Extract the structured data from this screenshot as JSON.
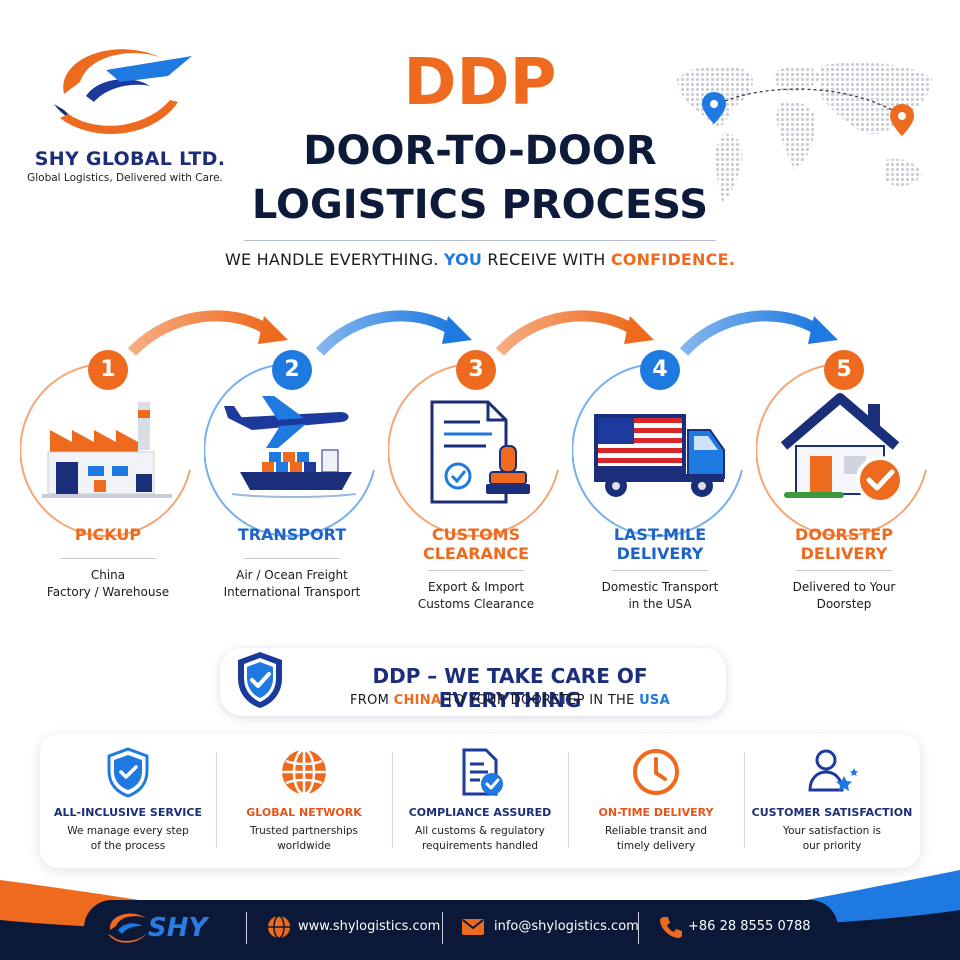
{
  "brand": {
    "company_name": "SHY GLOBAL LTD.",
    "tagline": "Global Logistics, Delivered with Care."
  },
  "header": {
    "title_accent": "DDP",
    "title_line1": "DOOR-TO-DOOR",
    "title_line2": "LOGISTICS PROCESS",
    "tagline_part1": "WE HANDLE EVERYTHING.",
    "tagline_you": "YOU",
    "tagline_part2": "RECEIVE WITH",
    "tagline_confidence": "CONFIDENCE."
  },
  "colors": {
    "orange": "#ee6a1e",
    "blue": "#1e79e0",
    "navy": "#1b2e7a",
    "footer_navy": "#0c1838"
  },
  "steps": [
    {
      "number": "1",
      "title_lines": [
        "PICKUP"
      ],
      "desc_lines": [
        "China",
        "Factory / Warehouse"
      ],
      "icon": "factory-icon",
      "color": "orange"
    },
    {
      "number": "2",
      "title_lines": [
        "TRANSPORT"
      ],
      "desc_lines": [
        "Air / Ocean Freight",
        "International Transport"
      ],
      "icon": "plane-and-ship-icon",
      "color": "blue"
    },
    {
      "number": "3",
      "title_lines": [
        "CUSTOMS",
        "CLEARANCE"
      ],
      "desc_lines": [
        "Export & Import",
        "Customs Clearance"
      ],
      "icon": "customs-document-stamp-icon",
      "color": "orange"
    },
    {
      "number": "4",
      "title_lines": [
        "LAST-MILE",
        "DELIVERY"
      ],
      "desc_lines": [
        "Domestic Transport",
        "in the USA"
      ],
      "icon": "delivery-truck-icon",
      "color": "blue"
    },
    {
      "number": "5",
      "title_lines": [
        "DOORSTEP",
        "DELIVERY"
      ],
      "desc_lines": [
        "Delivered to Your",
        "Doorstep"
      ],
      "icon": "house-check-icon",
      "color": "orange"
    }
  ],
  "banner": {
    "title": "DDP – WE TAKE CARE OF EVERYTHING",
    "sub_from": "FROM",
    "sub_china": "CHINA",
    "sub_mid": "TO YOUR DOORSTEP IN THE",
    "sub_usa": "USA"
  },
  "features": [
    {
      "title": "ALL-INCLUSIVE SERVICE",
      "desc_lines": [
        "We manage every step",
        "of the process"
      ],
      "icon": "shield-check-icon",
      "color": "blue"
    },
    {
      "title": "GLOBAL NETWORK",
      "desc_lines": [
        "Trusted partnerships",
        "worldwide"
      ],
      "icon": "globe-icon",
      "color": "orange"
    },
    {
      "title": "COMPLIANCE ASSURED",
      "desc_lines": [
        "All customs & regulatory",
        "requirements handled"
      ],
      "icon": "document-check-icon",
      "color": "blue"
    },
    {
      "title": "ON-TIME DELIVERY",
      "desc_lines": [
        "Reliable transit and",
        "timely delivery"
      ],
      "icon": "clock-icon",
      "color": "orange"
    },
    {
      "title": "CUSTOMER SATISFACTION",
      "desc_lines": [
        "Your satisfaction is",
        "our priority"
      ],
      "icon": "user-stars-icon",
      "color": "blue"
    }
  ],
  "footer": {
    "brand": "SHY",
    "website": "www.shylogistics.com",
    "email": "info@shylogistics.com",
    "phone": "+86 28 8555 0788"
  }
}
